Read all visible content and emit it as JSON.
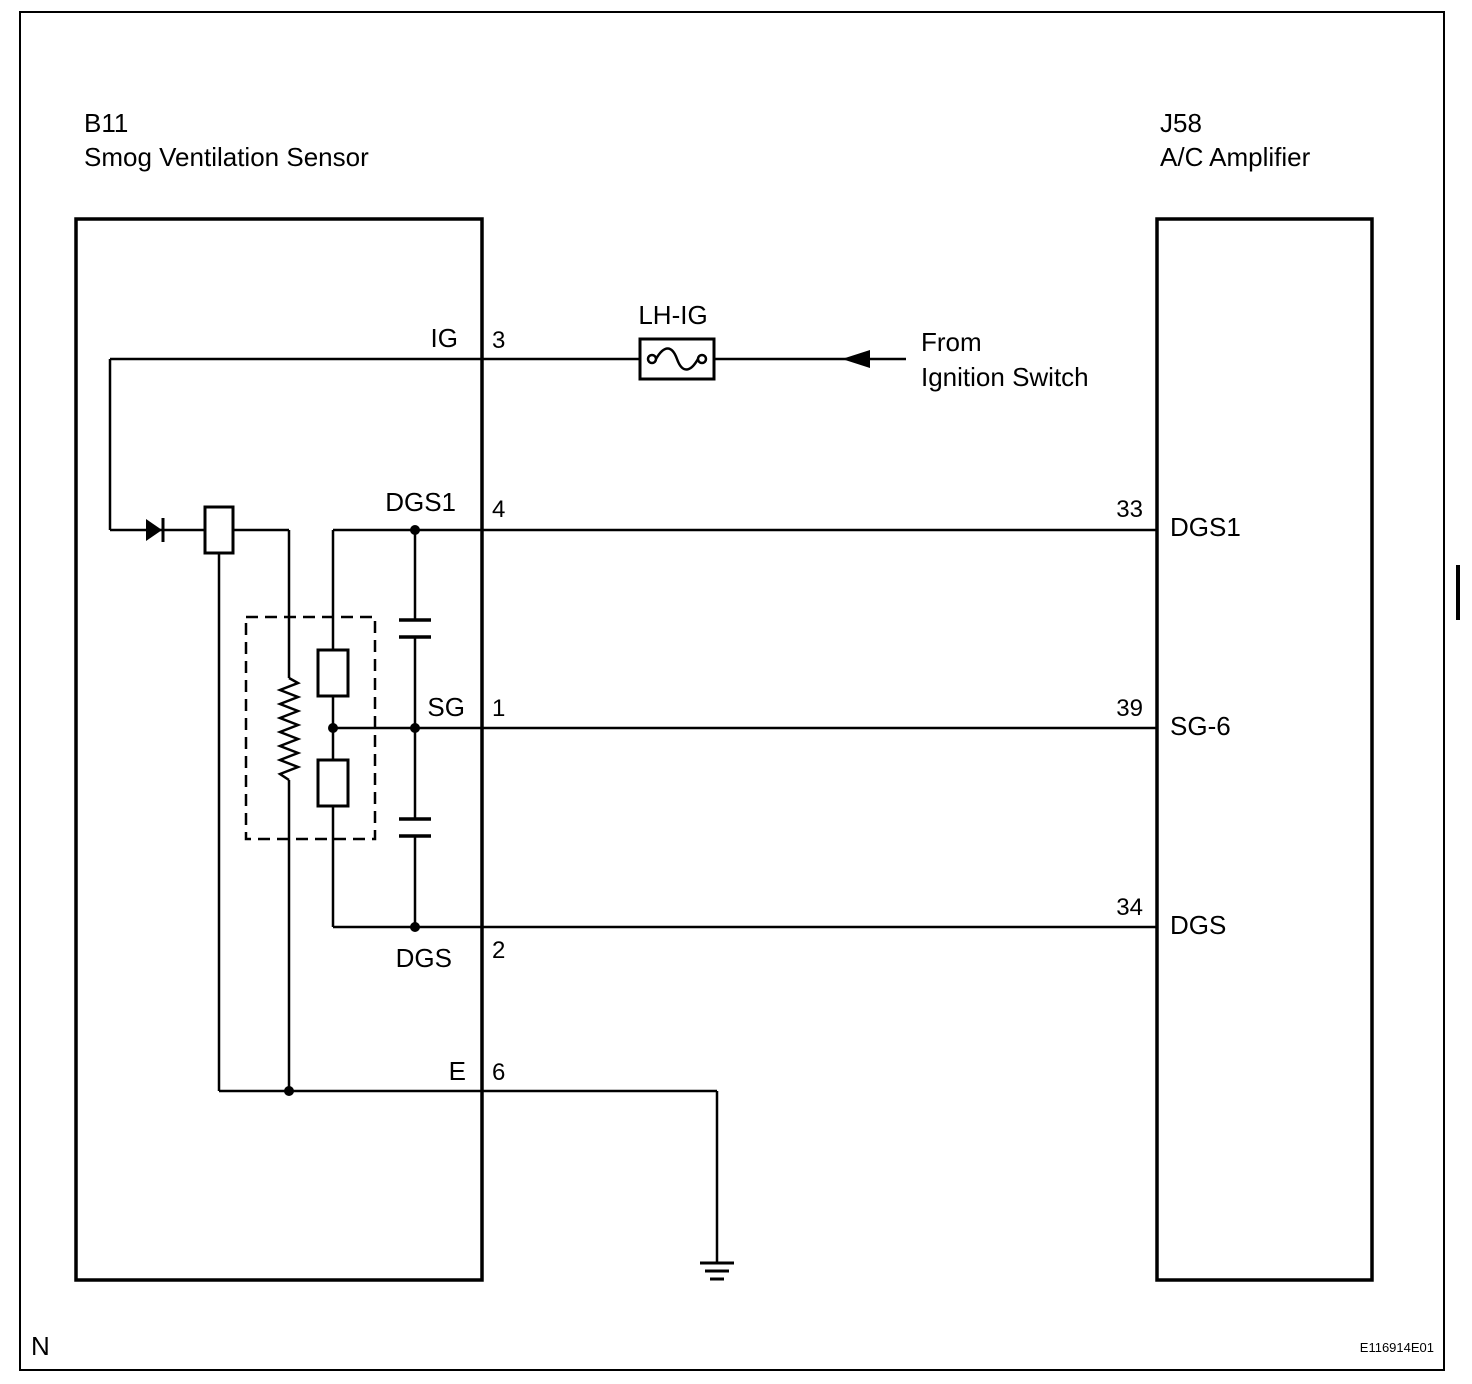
{
  "components": {
    "sensor": {
      "code": "B11",
      "name": "Smog Ventilation Sensor"
    },
    "amplifier": {
      "code": "J58",
      "name": "A/C Amplifier"
    }
  },
  "fuse": {
    "label": "LH-IG"
  },
  "source": {
    "line1": "From",
    "line2": "Ignition Switch"
  },
  "sensor_pins": {
    "ig": {
      "name": "IG",
      "number": "3"
    },
    "dgs1": {
      "name": "DGS1",
      "number": "4"
    },
    "sg": {
      "name": "SG",
      "number": "1"
    },
    "dgs": {
      "name": "DGS",
      "number": "2"
    },
    "e": {
      "name": "E",
      "number": "6"
    }
  },
  "amplifier_pins": {
    "dgs1": {
      "name": "DGS1",
      "number": "33"
    },
    "sg6": {
      "name": "SG-6",
      "number": "39"
    },
    "dgs": {
      "name": "DGS",
      "number": "34"
    }
  },
  "footer": {
    "corner_mark": "N",
    "figure_code": "E116914E01"
  }
}
